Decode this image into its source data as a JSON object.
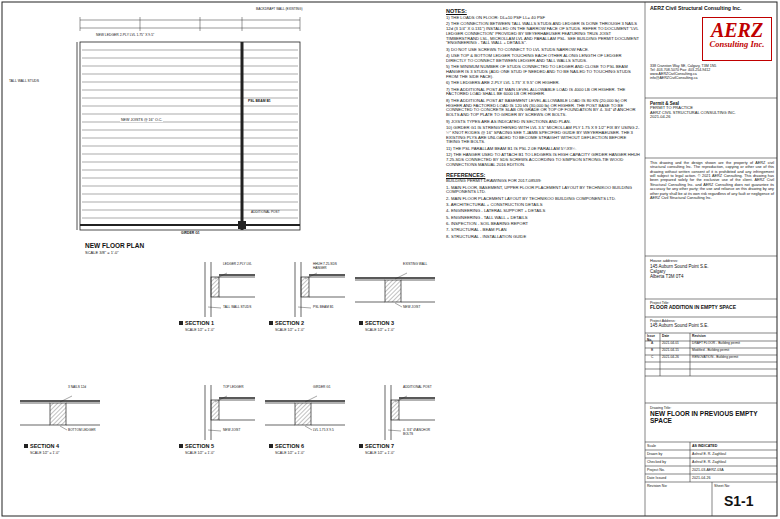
{
  "diagram": {
    "nodes": [
      {
        "text": [
          "AERZ Civil Structural Consulting Inc."
        ]
      },
      {
        "text": [
          "AERZ",
          "Consulting Inc."
        ]
      },
      {
        "text": [
          "338 Cranston Way SE, Calgary, T3M 1N5",
          "Tel: 403-708-5070  Fax: 403-254-9412",
          "www.AERZCivilConsulting.ca",
          "info@AERZCivilConsulting.ca"
        ]
      },
      {
        "text": [
          "Permit & Seal",
          "PERMIT TO PRACTICE",
          "AERZ CIVIL STRUCTURAL CONSULTING INC.",
          "2021-04-26"
        ]
      },
      {
        "text": [
          "This drawing and the design shown are the property of AERZ civil structural consulting Inc. The reproduction, copying or other use of this drawing without written consent of it is prohibited and any infringement will subject to legal action. © 2021 AERZ Consulting. This drawing has been prepared solely for the exclusive use of the client. AERZ Civil Structural Consulting Inc. and AERZ Consulting does not guarantee its accuracy for any other party; the use and reliance on this drawing by any other party shall be at its own risk regardless of any fault or negligence of AERZ Civil Structural Consulting Inc."
        ]
      },
      {
        "text": [
          "House address:",
          "145 Auburn Sound Point S.E.",
          "Calgary",
          "Alberta  T3M 0T4"
        ]
      },
      {
        "text": [
          "Project Title:",
          "FLOOR ADDITION IN EMPTY SPACE"
        ]
      },
      {
        "text": [
          "Project Address:",
          "145 Auburn Sound Point S.E."
        ]
      },
      {
        "text": [
          "Drawing Title:",
          "NEW FLOOR IN PREVIOUS EMPTY SPACE"
        ]
      }
    ],
    "labels": [
      "NEW FLOOR PLAN",
      "SCALE 3/8\" = 1'-0\"",
      "BACKDRAFT WALL (EXISTING)",
      "NEW LEDGER 2-PLY LVL 1.75\" X 9.5\"",
      "PSL BEAM B1",
      "NEW JOISTS @ 16\" O.C.",
      "TALL WALL STUDS",
      "GIRDER G1",
      "ADDITIONAL POST",
      "SECTION 1",
      "SCALE 1/2\" = 1'-0\"",
      "LEDGER 2-PLY LVL",
      "TALL WALL STUDS",
      "SECTION 2",
      "SCALE 1/2\" = 1'-0\"",
      "HHUH 7.25-SDS HANGER",
      "PSL BEAM B1",
      "SECTION 3",
      "SCALE 1/2\" = 1'-0\"",
      "EXISTING WALL",
      "NEW JOIST",
      "SECTION 4",
      "SCALE 1/2\" = 1'-0\"",
      "3 NAILS 12d",
      "BOTTOM LEDGER",
      "SECTION 5",
      "SCALE 1/2\" = 1'-0\"",
      "TOP LEDGER",
      "NEW JOIST",
      "SECTION 6",
      "SCALE 1/2\" = 1'-0\"",
      "GIRDER G1",
      "LVL 1.75 X 9.5",
      "SECTION 7",
      "SCALE 1/2\" = 1'-0\"",
      "ADDITIONAL POST",
      "4- 3/4\" Ø ANCHOR BOLTS",
      "NOTES:",
      "1) THE LOADS ON FLOOR: DL=10 PSF  LL= 40 PSF",
      "2) THE CONNECTION BETWEEN TALL WALLS STUDS AND LEDGER IS DONE THROUGH 3 NAILS 12d (3 1/4\" X 0.131\") INSTALLED ON THE NARROW FACE OF STUDS. REFER TO DOCUMENT \"LVL LEDGER CONNECTION\" PROVIDED BY WEYERHAEUSER FEATURING TRUS JOIST TIMBERSTRAND LSL, MICROLLAM LVL AND PARALLAM PSL. SEE BUILDING PERMIT DOCUMENT \"ENGINEERING - TALL WALL + DETAILS\".",
      "3) DO NOT USE SCREWS TO CONNECT TO LVL STUDS NARROW FACE.",
      "4) USE TOP & BOTTOM LEDGER TOUCHING EACH OTHER ALONG LENGTH OF LEDGER DIRECTLY TO CONNECT BETWEEN LEDGER AND TALL WALLS STUDS.",
      "5) THE MINIMUM NUMBER OF STUDS CONNECTED TO LEDGER AND CLOSE TO PSL BEAM HANGER IS 3 STUDS (ADD ONE STUD IF NEEDED AND TO BE NAILED TO TOUCHING STUDS FROM THE SIDE FACE).",
      "6) THE LEDGERS ARE 2-PLY LVL 1.75\" X 9.5\" OR HIGHER.",
      "7) THE ADDITIONAL POST AT MAIN LEVEL ALLOWABLE LOAD IS 4000 LB OR HIGHER. THE FACTORED LOAD SHALL BE 6000 LB OR HIGHER.",
      "8) THE ADDITIONAL POST AT BASEMENT LEVEL ALLOWABLE LOAD IS 80 KN (20,000 lb) OR HIGHER AND FACTORED LOAD IS 120 kN (30,000 lb) OR HIGHER. THE POST BASE TO BE CONNECTED TO CONCRETE SLAB ON GRADE OR TOP OF FOUNDATION BY 4- 3/4\" Ø ANCHOR BOLTS AND TOP PLATE TO GIRDER BY SCREWS OR BOLTS.",
      "9) JOISTS TYPES ARE AS INDICATED IN SECTIONS AND PLAN.",
      "10) GIRDER G1 IS STRENGTHENED WITH LVL 3.5\" MICROLLAM PLY 1.75 X 9 1/2\" FIX BY USING 2- ½\" KNOT RODES @ 16\" SPACING SEE T-JAMB SPECIFIED GUIDE BY WEYERHAEUSER. THE 3 EXISTING PLYS ARE UNLOADED TO BECOME STRAIGHT WITHOUT DEFLECTION BEFORE TIEING THE BOLTS.",
      "11) THE PSL PARALLAM BEAM B1 IS PSL 2.0E PARALLAM 5¼X9½.",
      "12) THE HANGER USED TO ATTACH B1 TO LEDGERS IS HIGH CAPACITY GIRDER HANGER HHUH 7.25-SDS CONNECTED BY SDS SCREWS ACCORDING TO SIMPSON STRONG-TIE WOOD CONNECTIONS MANUAL 2016 EDITION.",
      "REFERENCES:",
      "BUILDING PERMIT DRAWINGS FOR 2017-08539:",
      "1- MAIN FLOOR, BASEMENT, UPPER FLOOR PLACEMENT LAYOUT BY TECHNIKOO BUILDING COMPONENTS LTD.",
      "2- MAIN FLOOR PLACEMENT LAYOUT BY TECHNIKOO BUILDING COMPONENTS LTD.",
      "3- ARCHITECTURAL + CONSTRUCTION DETAILS",
      "4- ENGINEERING - LATERAL SUPPORT + DETAILS",
      "5- ENGINEERING - TALL WALL + DETAILS",
      "6- INSPECTION - SOIL BEARING REPORT",
      "7- STRUCTURAL - BEAM PLAN",
      "8- STRUCTURAL - INSTALLATION GUIDE",
      "Issue No.",
      "Date",
      "Revision",
      "A",
      "2021-04-01",
      "DRAFT FLOOR - Building permit",
      "B",
      "2021-04-15",
      "Modified - Building permit",
      "C",
      "2021-04-26",
      "RENOVATION - Building permit",
      "Scale",
      "AS INDICATED",
      "Drawn by",
      "Ashraf E. R. Zaghloul",
      "Checked by",
      "Ashraf E. R. Zaghloul",
      "Project No.",
      "2021-03-AERZ-03A",
      "Date Issued",
      "2021-04-26",
      "Revision No:",
      "Sheet No:",
      "S1-1"
    ]
  }
}
